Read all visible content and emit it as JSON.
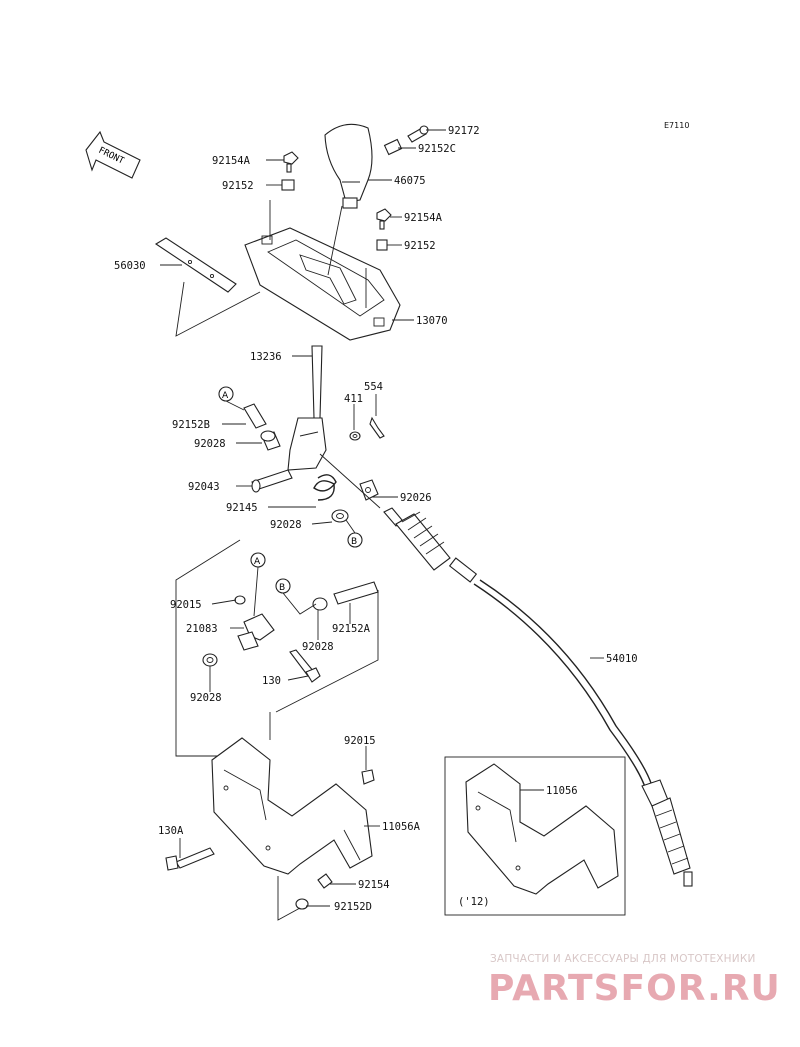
{
  "diagram_code": "E7110",
  "front_label": "FRONT",
  "labels": {
    "p92172": "92172",
    "p92152C": "92152C",
    "p46075": "46075",
    "p92154A_top": "92154A",
    "p92152_top": "92152",
    "p92154A_mid": "92154A",
    "p92152_mid": "92152",
    "p56030": "56030",
    "p13070": "13070",
    "p13236": "13236",
    "p554": "554",
    "p411": "411",
    "p92152B": "92152B",
    "p92028_a": "92028",
    "p92043": "92043",
    "p92145": "92145",
    "p92026": "92026",
    "p92028_b": "92028",
    "p92015_a": "92015",
    "p21083": "21083",
    "p92028_c": "92028",
    "p92152A": "92152A",
    "p92028_d": "92028",
    "p130": "130",
    "p54010": "54010",
    "p92015_b": "92015",
    "p11056A": "11056A",
    "p130A": "130A",
    "p92154": "92154",
    "p92152D": "92152D",
    "p11056": "11056",
    "inset_note": "('12)"
  },
  "refs": {
    "a1": "A",
    "b1": "B",
    "a2": "A",
    "b2": "B"
  },
  "watermark": {
    "line1": "ЗАПЧАСТИ И АКСЕССУАРЫ ДЛЯ МОТОТЕХНИКИ",
    "line2": "PARTSFOR.RU"
  },
  "colors": {
    "line": "#222222",
    "watermark": "#e7a9b1"
  }
}
